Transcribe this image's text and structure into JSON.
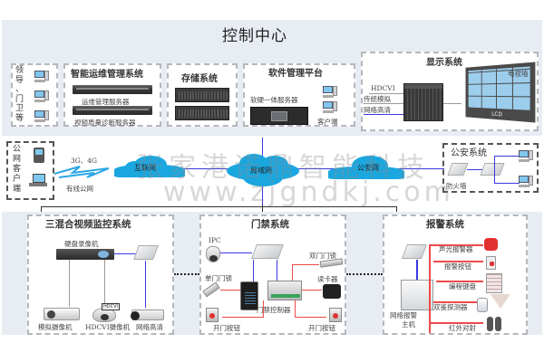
{
  "control_center": {
    "title": "控制中心",
    "leaders": {
      "label_chars": [
        "领",
        "导",
        "、",
        "门",
        "卫",
        "等"
      ]
    },
    "ops_system": {
      "title": "智能运维管理系统",
      "servers": [
        "运维管理服务器",
        "视频质量诊断服务器"
      ]
    },
    "storage_system": {
      "title": "存储系统"
    },
    "software_platform": {
      "title": "软件管理平台",
      "server_label": "软硬一体服务器",
      "client_label": "客户端"
    },
    "display_system": {
      "title": "显示系统",
      "inputs": [
        "HDCVI",
        "传统模拟",
        "网络高清"
      ],
      "tv_wall_label": "电视墙",
      "lcd_label": "LCD"
    }
  },
  "network": {
    "public_client": {
      "label_chars": [
        "公",
        "网",
        "客",
        "户",
        "端"
      ]
    },
    "wireless": {
      "top_label": "3G、4G",
      "bottom_label": "有线公网"
    },
    "clouds": [
      "互联网",
      "局域网",
      "公安网"
    ],
    "police_system": {
      "title": "公安系统",
      "firewall_label": "防火墙"
    }
  },
  "subsystems": {
    "video": {
      "title": "三混合视频监控系统",
      "recorder_label": "硬盘录像机",
      "cameras": [
        "模拟摄像机",
        "HDCVI摄像机",
        "网络高清"
      ],
      "hdcvi_badge": "HDCVI"
    },
    "access": {
      "title": "门禁系统",
      "labels": {
        "ipc": "IPC",
        "double_lock": "双门门锁",
        "single_lock": "单门门锁",
        "reader": "读卡器",
        "controller": "门禁控制器",
        "button_left": "开门按钮",
        "button_right": "开门按钮"
      }
    },
    "alarm": {
      "title": "报警系统",
      "host_label": [
        "网络报警",
        "主机"
      ],
      "devices": [
        "声光报警器",
        "报警按钮",
        "编程键盘",
        "双鉴探测器",
        "红外对射"
      ]
    }
  },
  "watermark": {
    "line1": "张家港诺鼎智能科技",
    "line2": "www.zjgndkj.com"
  },
  "colors": {
    "cloud": "#1aa7e0",
    "panel": "#e8edf4",
    "link_blue": "#3a39e0",
    "link_red": "#ef4a4a"
  }
}
